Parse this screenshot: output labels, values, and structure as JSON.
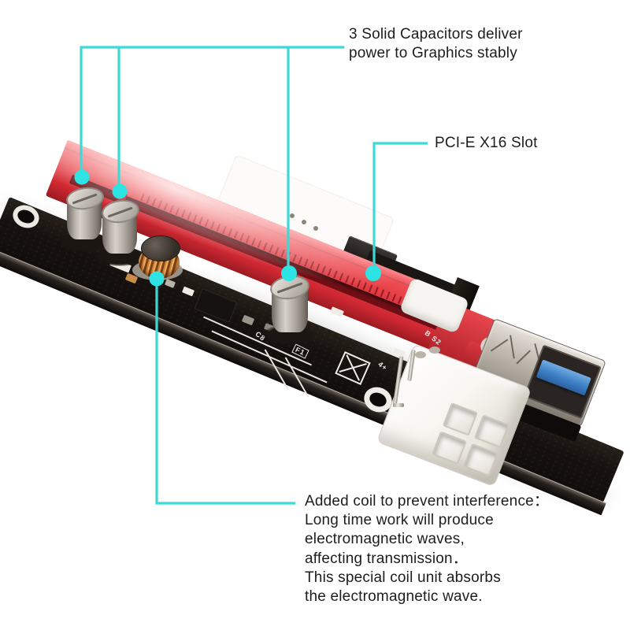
{
  "annotations": {
    "capacitors": {
      "lines": [
        "3 Solid Capacitors deliver",
        "power to Graphics stably"
      ]
    },
    "slot": {
      "label": "PCI-E X16 Slot"
    },
    "coil": {
      "lines": [
        "Added coil to prevent interference：",
        "Long time work will produce",
        "electromagnetic waves,",
        "affecting transmission．",
        "This special coil unit absorbs",
        "the electromagnetic wave."
      ]
    }
  },
  "board": {
    "silkscreen": {
      "fuse": "F1",
      "bs": "B S2",
      "c8": "C8",
      "p4": "4+"
    }
  },
  "colors": {
    "accent_teal": "#3CD9D6",
    "dot_teal": "#2EE3E3",
    "slot_red": "#E23B42",
    "pcb_black": "#17120F",
    "usb_blue": "#3C7FC4",
    "text": "#1D1D1D",
    "background": "#FFFFFF"
  }
}
